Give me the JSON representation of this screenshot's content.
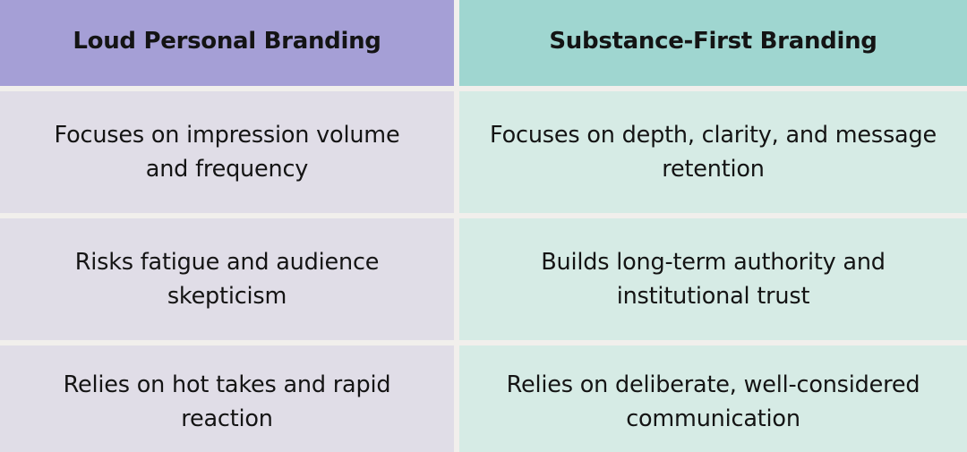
{
  "table": {
    "columns": [
      {
        "header": "Loud Personal Branding"
      },
      {
        "header": "Substance-First Branding"
      }
    ],
    "rows": [
      {
        "left": "Focuses on impression volume and frequency",
        "right": "Focuses on depth, clarity, and message retention"
      },
      {
        "left": "Risks fatigue and audience skepticism",
        "right": "Builds long-term authority and institutional trust"
      },
      {
        "left": "Relies on hot takes and rapid reaction",
        "right": "Relies on deliberate, well-considered communication"
      }
    ]
  },
  "colors": {
    "left_header": "#a59fd6",
    "right_header": "#9fd6d0",
    "left_body": "#e0dde7",
    "right_body": "#d6ebe5",
    "divider": "#f1efec"
  }
}
